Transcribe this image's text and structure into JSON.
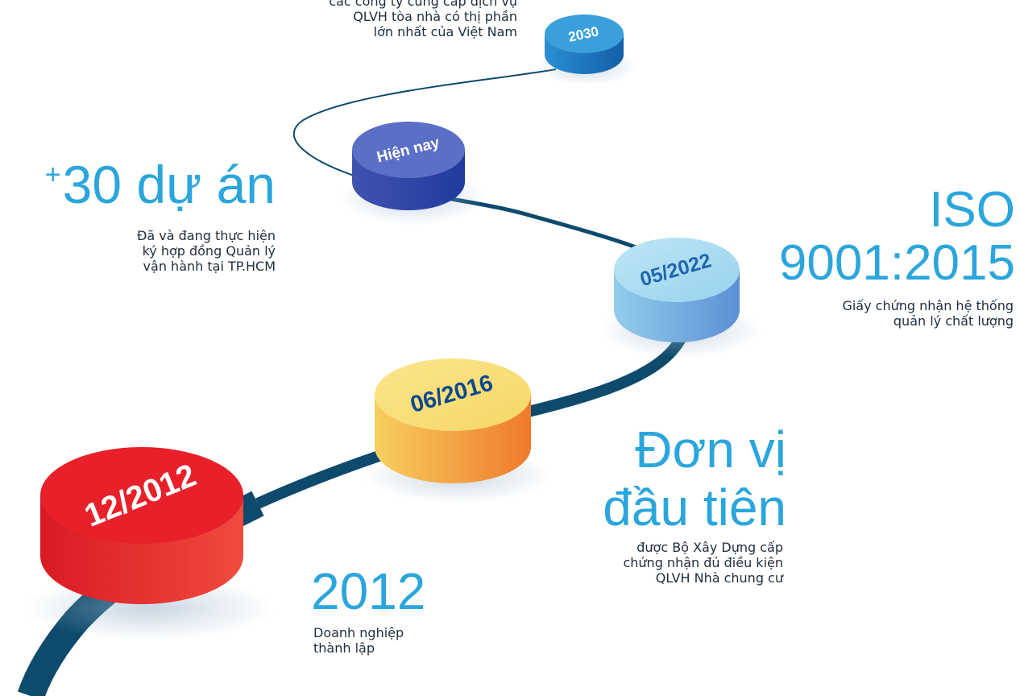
{
  "milestones": {
    "m2030": {
      "disc_label": "2030",
      "desc_lines": [
        "các công ty cung cấp dịch vụ",
        "QLVH tòa nhà có thị phần",
        "lớn nhất của Việt Nam"
      ],
      "top_color": "#3aa0dc",
      "side_color": "#1a78bf"
    },
    "now": {
      "disc_label": "Hiện nay",
      "heading_sup": "+",
      "heading": "30 dự án",
      "desc_lines": [
        "Đã và đang thực hiện",
        "ký hợp đồng Quản lý",
        "vận hành tại TP.HCM"
      ],
      "top_color": "#5b6fc6",
      "side_color": "#2a3f9c"
    },
    "m2022": {
      "disc_label": "05/2022",
      "heading_lines": [
        "ISO",
        "9001:2015"
      ],
      "desc_lines": [
        "Giấy chứng nhận hệ thống",
        "quản lý chất lượng"
      ],
      "top_color": "#a9dcf2",
      "side_color": "#6a9fd8"
    },
    "m2016": {
      "disc_label": "06/2016",
      "heading_lines": [
        "Đơn vị",
        "đầu tiên"
      ],
      "desc_lines": [
        "được Bộ Xây Dựng cấp",
        "chứng nhận đủ điều kiện",
        "QLVH Nhà chung cư"
      ],
      "top_color": "#f9df7a",
      "side_color": "#f07f2e"
    },
    "m2012": {
      "disc_label": "12/2012",
      "heading": "2012",
      "desc_lines": [
        "Doanh nghiệp",
        "thành lập"
      ],
      "top_color": "#e8202a",
      "side_color": "#e0282c"
    }
  },
  "colors": {
    "path": "#0d4a6b",
    "heading": "#2aa6dc",
    "body_text": "#1f2d3d",
    "disc_label_dark": "#0d4a8c",
    "disc_label_light": "#ffffff"
  }
}
